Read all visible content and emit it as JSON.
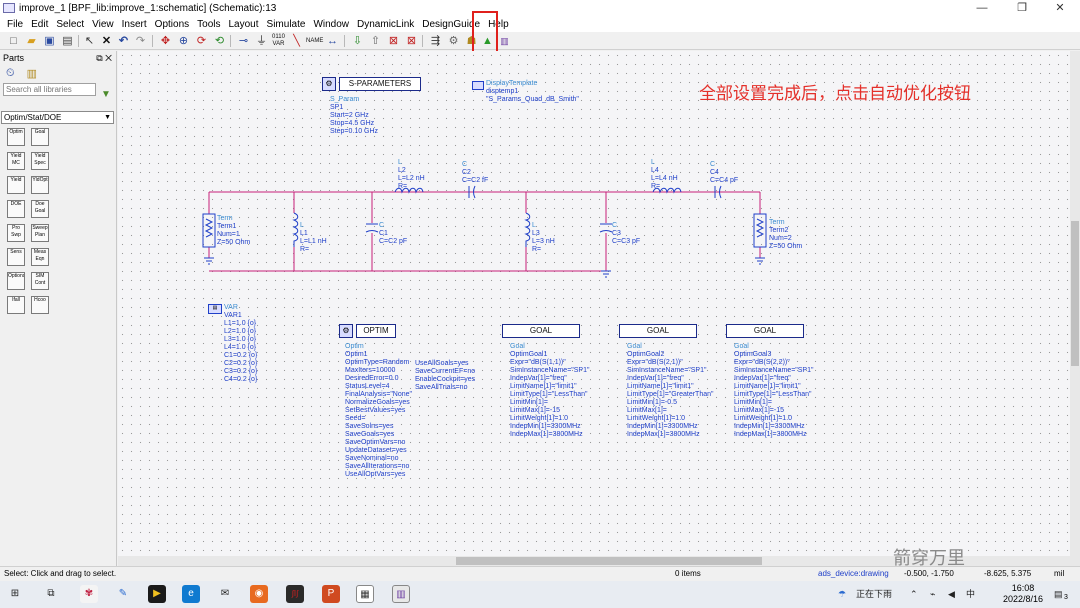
{
  "window": {
    "title": "improve_1 [BPF_lib:improve_1:schematic] (Schematic):13",
    "minimize": "—",
    "maximize": "❐",
    "close": "✕"
  },
  "menu": [
    "File",
    "Edit",
    "Select",
    "View",
    "Insert",
    "Options",
    "Tools",
    "Layout",
    "Simulate",
    "Window",
    "DynamicLink",
    "DesignGuide",
    "Help"
  ],
  "parts_panel": {
    "title": "Parts",
    "search_placeholder": "Search all libraries",
    "palette": "Optim/Stat/DOE",
    "buttons": [
      "Optim",
      "Goal",
      "Yield MC",
      "Yield Spec",
      "Yield",
      "YldOpt",
      "DOE",
      "Doe Goal",
      "Pro Swp",
      "Sweep Plan",
      "Sens",
      "Meas Eqn",
      "Options",
      "SIM Cont",
      "Ifall",
      "Hcoo"
    ]
  },
  "canvas": {
    "annotation": "全部设置完成后，点击自动优化按钮",
    "sparams_block": {
      "title": "S-PARAMETERS",
      "type": "S_Param",
      "lines": [
        "SP1",
        "Start=2 GHz",
        "Stop=4.5 GHz",
        "Step=0.10 GHz"
      ]
    },
    "display_template": {
      "title": "DisplayTemplate",
      "lines": [
        "disptemp1",
        "\"S_Params_Quad_dB_Smith\""
      ]
    },
    "components": {
      "term1": [
        "Term",
        "Term1",
        "Num=1",
        "Z=50 Ohm"
      ],
      "term2": [
        "Term",
        "Term2",
        "Num=2",
        "Z=50 Ohm"
      ],
      "l1": [
        "L",
        "L1",
        "L=L1 nH",
        "R="
      ],
      "c1": [
        "C",
        "C1",
        "C=C2 pF"
      ],
      "l2": [
        "L",
        "L2",
        "L=L2 nH",
        "R="
      ],
      "c2": [
        "C",
        "C2",
        "C=C2 fF"
      ],
      "l3": [
        "L",
        "L3",
        "L=3 nH",
        "R="
      ],
      "c3": [
        "C",
        "C3",
        "C=C3 pF"
      ],
      "l4": [
        "L",
        "L4",
        "L=L4 nH",
        "R="
      ],
      "c4": [
        "C",
        "C4",
        "C=C4 pF"
      ]
    },
    "var_block": {
      "title": "VAR",
      "lines": [
        "VAR1",
        "L1=1.0 {o}",
        "L2=1.0 {o}",
        "L3=1.0 {o}",
        "L4=1.0 {o}",
        "C1=0.2 {o}",
        "C2=0.2 {o}",
        "C3=0.2 {o}",
        "C4=0.2 {o}"
      ]
    },
    "optim_block": {
      "title": "OPTIM",
      "lines": [
        "Optim",
        "Optim1",
        "OptimType=Random",
        "MaxIters=10000",
        "DesiredError=0.0",
        "StatusLevel=4",
        "FinalAnalysis=\"None\"",
        "NormalizeGoals=yes",
        "SetBestValues=yes",
        "Seed=",
        "SaveSolns=yes",
        "SaveGoals=yes",
        "SaveOptimVars=no",
        "UpdateDataset=yes",
        "SaveNominal=no",
        "SaveAllIterations=no",
        "UseAllOptVars=yes"
      ],
      "lines2": [
        "UseAllGoals=yes",
        "SaveCurrentEF=no",
        "EnableCockpit=yes",
        "SaveAllTrials=no"
      ]
    },
    "goals": [
      {
        "title": "GOAL",
        "lines": [
          "Goal",
          "OptimGoal1",
          "Expr=\"dB(S(1,1))\"",
          "SimInstanceName=\"SP1\"",
          "IndepVar[1]=\"freq\"",
          "LimitName[1]=\"limit1\"",
          "LimitType[1]=\"LessThan\"",
          "LimitMin[1]=",
          "LimitMax[1]=-15",
          "LimitWeight[1]=1.0",
          "IndepMin[1]=3300MHz",
          "IndepMax[1]=3800MHz"
        ]
      },
      {
        "title": "GOAL",
        "lines": [
          "Goal",
          "OptimGoal2",
          "Expr=\"dB(S(2,1))\"",
          "SimInstanceName=\"SP1\"",
          "IndepVar[1]=\"freq\"",
          "LimitName[1]=\"limit1\"",
          "LimitType[1]=\"GreaterThan\"",
          "LimitMin[1]=-0.5",
          "LimitMax[1]=",
          "LimitWeight[1]=1.0",
          "IndepMin[1]=3300MHz",
          "IndepMax[1]=3800MHz"
        ]
      },
      {
        "title": "GOAL",
        "lines": [
          "Goal",
          "OptimGoal3",
          "Expr=\"dB(S(2,2))\"",
          "SimInstanceName=\"SP1\"",
          "IndepVar[1]=\"freq\"",
          "LimitName[1]=\"limit1\"",
          "LimitType[1]=\"LessThan\"",
          "LimitMin[1]=",
          "LimitMax[1]=-15",
          "LimitWeight[1]=1.0",
          "IndepMin[1]=3300MHz",
          "IndepMax[1]=3800MHz"
        ]
      }
    ],
    "watermark": "箭穿万里"
  },
  "status": {
    "left": "Select: Click and drag to select.",
    "items": "0 items",
    "layer": "ads_device:drawing",
    "coords1": "-0.500, -1.750",
    "coords2": "-8.625, 5.375",
    "units": "mil"
  },
  "taskbar": {
    "weather": "正在下雨",
    "time": "16:08",
    "date": "2022/8/16",
    "notif": "3"
  },
  "colors": {
    "wire": "#c8207a",
    "component": "#1f3fc8",
    "annotation": "#e4302a"
  }
}
